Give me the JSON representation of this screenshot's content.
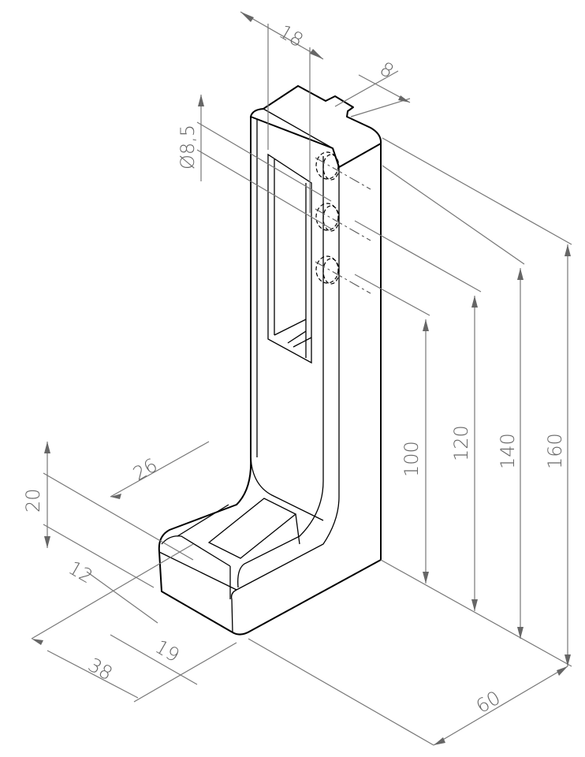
{
  "dimensions": {
    "d18": "18",
    "d8": "8",
    "hole_dia": "Ø8,5",
    "d100": "100",
    "d120": "120",
    "d140": "140",
    "d160": "160",
    "d26": "26",
    "d20": "20",
    "d12": "12",
    "d38": "38",
    "d19": "19",
    "d60": "60"
  }
}
